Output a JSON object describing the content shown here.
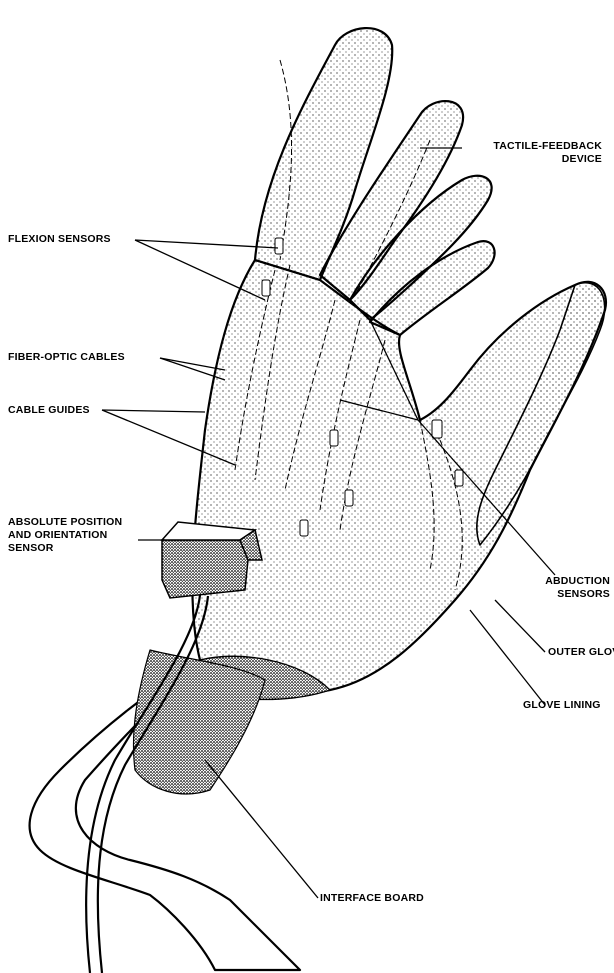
{
  "labels": {
    "tactile_feedback": [
      "TACTILE-FEEDBACK",
      "DEVICE"
    ],
    "flexion_sensors": "FLEXION SENSORS",
    "fiber_optic_cables": "FIBER-OPTIC CABLES",
    "cable_guides": "CABLE GUIDES",
    "absolute_position": [
      "ABSOLUTE POSITION",
      "AND ORIENTATION",
      "SENSOR"
    ],
    "abduction_sensors": [
      "ABDUCTION",
      "SENSORS"
    ],
    "outer_glove": "OUTER GLOVE",
    "glove_lining": "GLOVE LINING",
    "interface_board": "INTERFACE BOARD"
  },
  "colors": {
    "ink": "#000000",
    "paper": "#ffffff"
  }
}
